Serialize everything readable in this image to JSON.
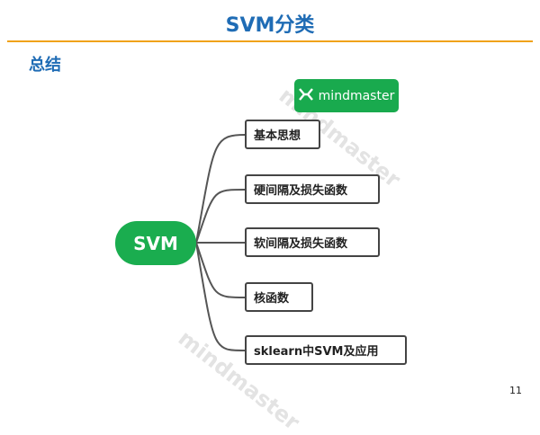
{
  "slide": {
    "title": "SVM分类",
    "section_heading": "总结",
    "page_number": "11"
  },
  "watermark": {
    "badge_text": "mindmaster",
    "ghost_text": "mindmaster",
    "icon": "mindmaster-logo-icon",
    "color": "#19aa4e"
  },
  "mindmap": {
    "center_label": "SVM",
    "center_color": "#1aad4f",
    "branches": [
      {
        "label": "基本思想"
      },
      {
        "label": "硬间隔及损失函数"
      },
      {
        "label": "软间隔及损失函数"
      },
      {
        "label": "核函数"
      },
      {
        "label": "sklearn中SVM及应用"
      }
    ]
  },
  "colors": {
    "title": "#1f6cb5",
    "rule": "#f0a21a",
    "connector": "#555555"
  }
}
